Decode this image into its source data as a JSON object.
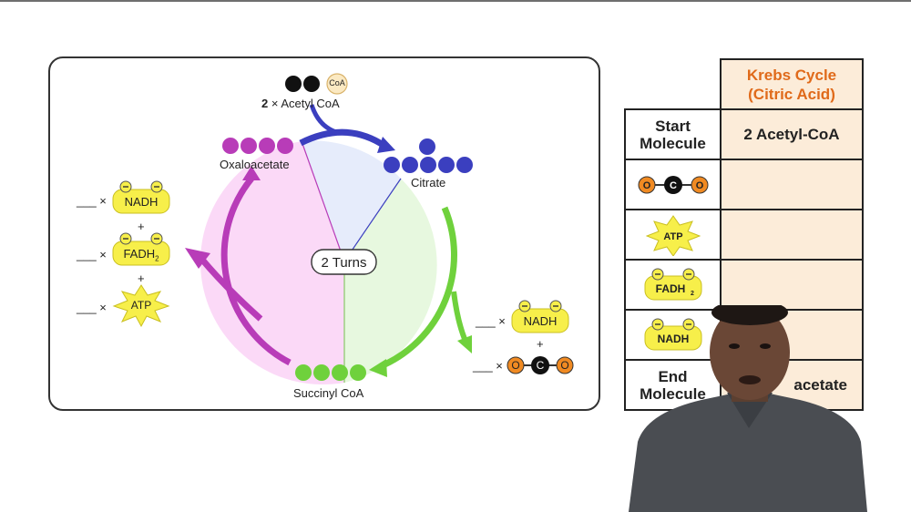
{
  "diagram": {
    "acetyl": {
      "count": "2",
      "times": "×",
      "name": "Acetyl CoA",
      "coa": "CoA"
    },
    "oxaloacetate": "Oxaloacetate",
    "citrate": "Citrate",
    "succinyl": "Succinyl CoA",
    "center": "2 Turns",
    "left_products": {
      "nadh": "NADH",
      "fadh2": "FADH",
      "fadh2_sub": "2",
      "atp": "ATP",
      "plus": "+",
      "blank": "___ ×"
    },
    "right_products": {
      "nadh": "NADH",
      "plus": "+",
      "blank": "___ ×",
      "co2": {
        "o": "O",
        "c": "C"
      }
    }
  },
  "table": {
    "header": "Krebs Cycle\n(Citric Acid)",
    "rows": [
      {
        "label": "Start\nMolecule",
        "value": "2 Acetyl-CoA"
      },
      {
        "label_icon": "co2-molecule",
        "o": "O",
        "c": "C",
        "value": ""
      },
      {
        "label_icon": "atp-star",
        "text": "ATP",
        "value": ""
      },
      {
        "label_icon": "fadh2-blob",
        "text": "FADH",
        "sub": "2",
        "value": ""
      },
      {
        "label_icon": "nadh-blob",
        "text": "NADH",
        "value": ""
      },
      {
        "label": "End\nMolecule",
        "value": "acetate"
      }
    ]
  },
  "colors": {
    "blue": "#3b3fbf",
    "magenta": "#b83cb8",
    "green": "#6fd13c",
    "yellow": "#f7ef4a",
    "orange": "#f08a22",
    "table_fill": "#fcecd9",
    "header_text": "#e06a1a"
  }
}
